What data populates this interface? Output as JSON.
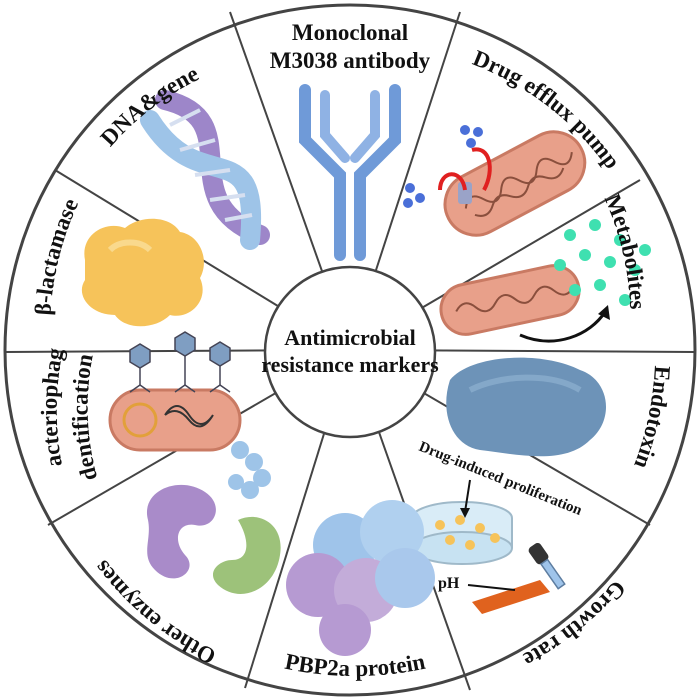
{
  "center": {
    "line1": "Antimicrobial",
    "line2": "resistance  markers"
  },
  "segments": {
    "monoclonal_line1": "Monoclonal",
    "monoclonal_line2": "M3038 antibody",
    "drug_efflux": "Drug efflux pump",
    "metabolites": "Metabolites",
    "endotoxin": "Endotoxin",
    "growth_rate": "Growth rate",
    "pbp2a": "PBP2a protein",
    "other_enzymes": "Other enzymes",
    "bacteriophage_line1": "Bacteriophage",
    "bacteriophage_line2": "identification",
    "beta_lactamase": "β-lactamase",
    "dna_gene": "DNA&gene"
  },
  "annotations": {
    "drug_induced": "Drug-induced proliferation",
    "ph": "pH"
  },
  "colors": {
    "ring": "#444444",
    "antibody": "#6f9ad8",
    "bacterium": "#e8a08a",
    "dna_purple": "#9d86c9",
    "dna_blue": "#9ec4e8",
    "lactamase": "#f6c35a",
    "metabolite": "#3fe0b0",
    "endotoxin": "#6d93b8",
    "enzyme_purple": "#a98bc9",
    "enzyme_green": "#9dc27a",
    "pbp_blue": "#9fc4ea",
    "pbp_purple": "#b69ad2",
    "efflux_red": "#e02020",
    "dots_blue": "#4a6fd8",
    "ph_strip": "#e0621e"
  }
}
